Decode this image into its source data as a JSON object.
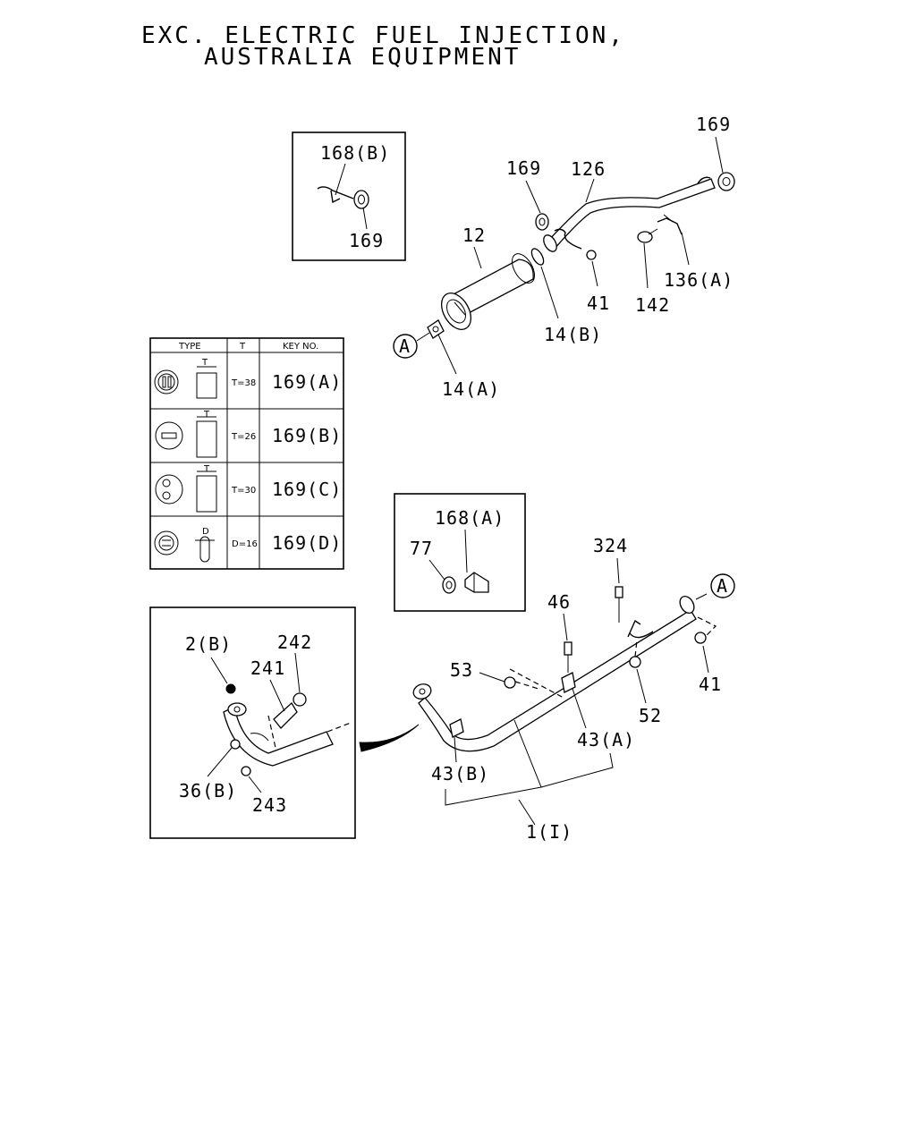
{
  "title": {
    "line1": "EXC. ELECTRIC FUEL INJECTION,",
    "line2": "AUSTRALIA EQUIPMENT"
  },
  "table": {
    "headers": [
      "TYPE",
      "T",
      "KEY NO."
    ],
    "rows": [
      {
        "t": "T=38",
        "key": "169(A)"
      },
      {
        "t": "T=26",
        "key": "169(B)"
      },
      {
        "t": "T=30",
        "key": "169(C)"
      },
      {
        "t": "D=16",
        "key": "169(D)"
      }
    ],
    "dim_t": "T",
    "dim_d": "D"
  },
  "inset_top": {
    "label_168b": "168(B)",
    "label_169": "169"
  },
  "inset_mid": {
    "label_168a": "168(A)",
    "label_77": "77"
  },
  "inset_bottom": {
    "label_2b": "2(B)",
    "label_242": "242",
    "label_241": "241",
    "label_36b": "36(B)",
    "label_243": "243"
  },
  "upper": {
    "label_169_top": "169",
    "label_169_mid": "169",
    "label_126": "126",
    "label_12": "12",
    "label_41": "41",
    "label_142": "142",
    "label_136a": "136(A)",
    "label_14b": "14(B)",
    "label_14a": "14(A)",
    "circle_a": "A"
  },
  "lower": {
    "label_324": "324",
    "label_46": "46",
    "label_53": "53",
    "label_41": "41",
    "label_52": "52",
    "label_43a": "43(A)",
    "label_43b": "43(B)",
    "label_1i": "1(I)",
    "circle_a": "A"
  }
}
